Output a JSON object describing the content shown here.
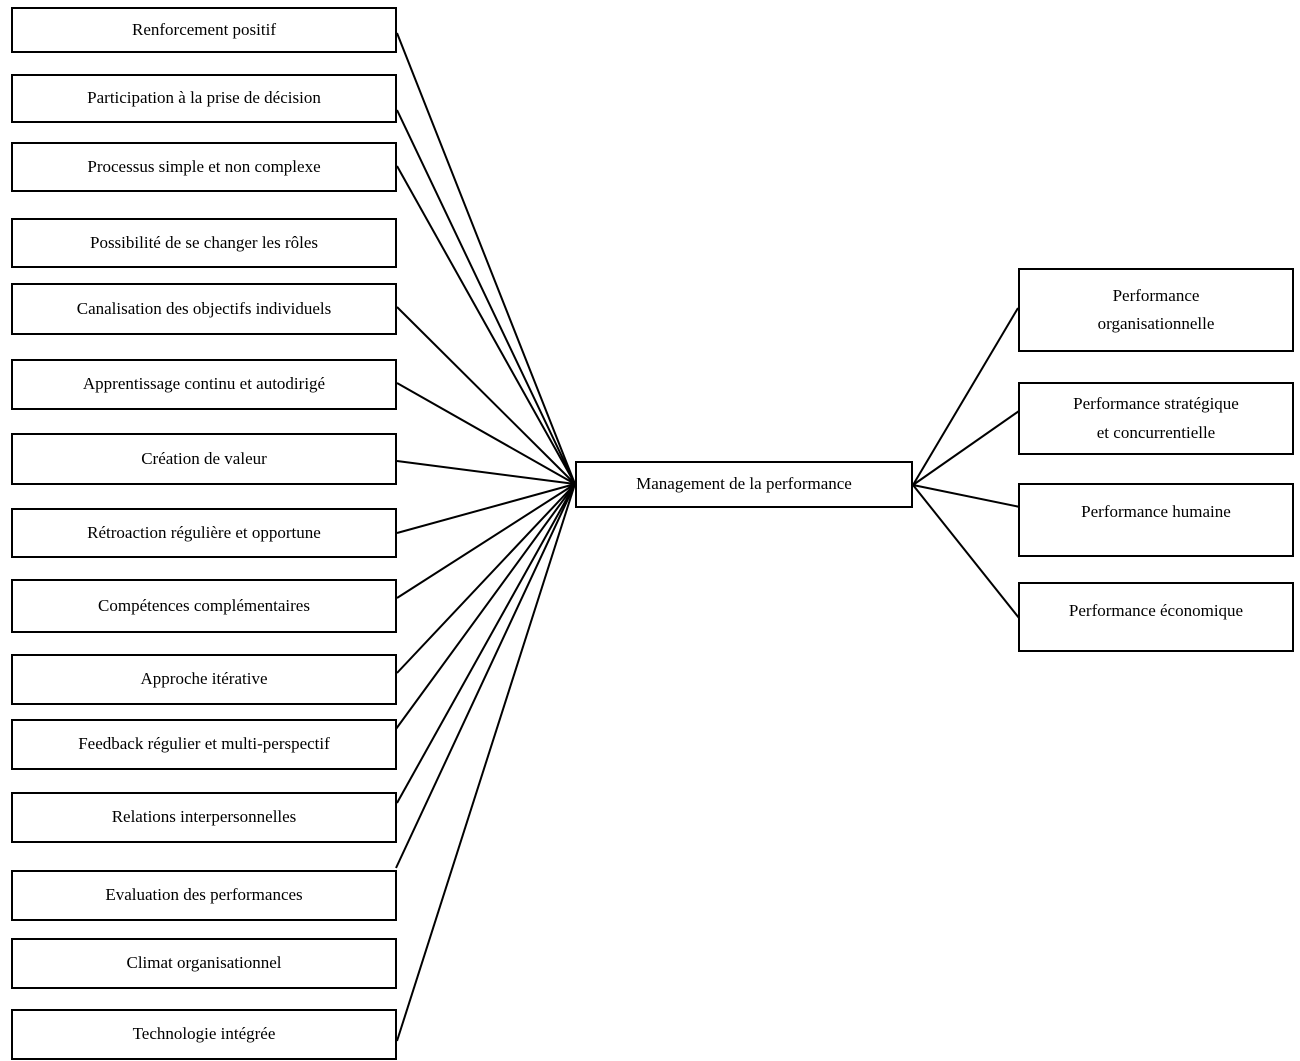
{
  "diagram": {
    "center": {
      "label": "Management de la performance"
    },
    "left_factors": [
      "Renforcement positif",
      "Participation à la prise de décision",
      "Processus simple et non complexe",
      "Possibilité de se changer les rôles",
      "Canalisation des objectifs individuels",
      "Apprentissage continu et autodirigé",
      "Création de valeur",
      "Rétroaction régulière et opportune",
      "Compétences complémentaires",
      "Approche itérative",
      "Feedback régulier et multi-perspectif",
      "Relations interpersonnelles",
      "Evaluation des performances",
      "Climat organisationnel",
      "Technologie intégrée"
    ],
    "right_outcomes": [
      {
        "line1": "Performance",
        "line2": "organisationnelle"
      },
      {
        "line1": "Performance stratégique",
        "line2": "et  concurrentielle"
      },
      {
        "line1": "Performance humaine",
        "line2": ""
      },
      {
        "line1": "Performance économique",
        "line2": ""
      }
    ],
    "colors": {
      "box_border": "#000000",
      "line": "#000000",
      "background": "#ffffff",
      "text": "#000000"
    }
  }
}
